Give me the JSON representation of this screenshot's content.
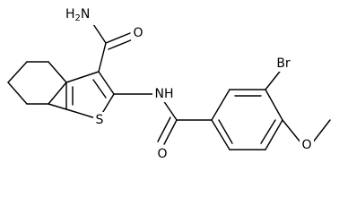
{
  "molecule": {
    "labels": {
      "amide_nh2": {
        "main": "H",
        "sub": "2",
        "tail": "N"
      },
      "amide_o": "O",
      "ring_s": "S",
      "amide_nh": "NH",
      "benzoyl_o": "O",
      "bromine": "Br",
      "methoxy_o": "O"
    }
  }
}
